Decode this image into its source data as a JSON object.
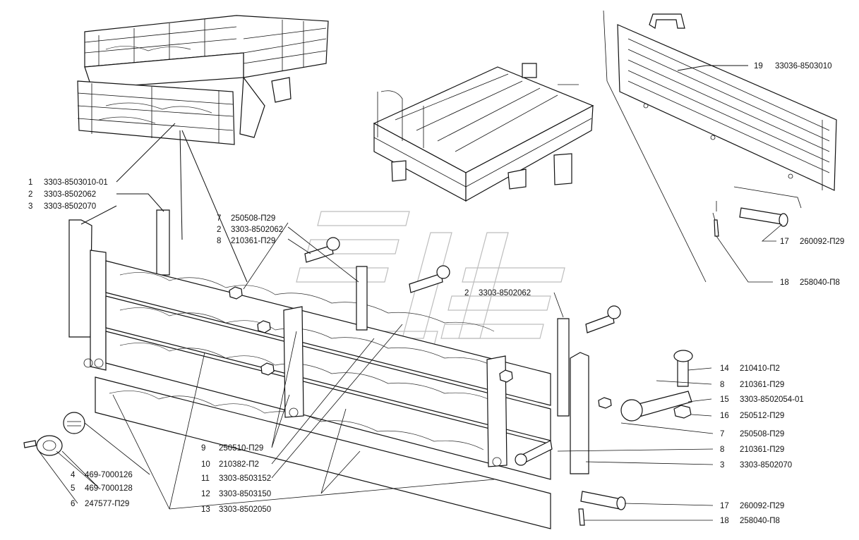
{
  "callouts": [
    {
      "num": "1",
      "code": "3303-8503010-01"
    },
    {
      "num": "2",
      "code": "3303-8502062"
    },
    {
      "num": "3",
      "code": "3303-8502070"
    },
    {
      "num": "7",
      "code": "250508-П29"
    },
    {
      "num": "2",
      "code": "3303-8502062"
    },
    {
      "num": "8",
      "code": "210361-П29"
    },
    {
      "num": "19",
      "code": "33036-8503010"
    },
    {
      "num": "17",
      "code": "260092-П29"
    },
    {
      "num": "18",
      "code": "258040-П8"
    },
    {
      "num": "2",
      "code": "3303-8502062"
    },
    {
      "num": "14",
      "code": "210410-П2"
    },
    {
      "num": "8",
      "code": "210361-П29"
    },
    {
      "num": "15",
      "code": "3303-8502054-01"
    },
    {
      "num": "16",
      "code": "250512-П29"
    },
    {
      "num": "7",
      "code": "250508-П29"
    },
    {
      "num": "8",
      "code": "210361-П29"
    },
    {
      "num": "3",
      "code": "3303-8502070"
    },
    {
      "num": "9",
      "code": "250510-П29"
    },
    {
      "num": "10",
      "code": "210382-П2"
    },
    {
      "num": "11",
      "code": "3303-8503152"
    },
    {
      "num": "12",
      "code": "3303-8503150"
    },
    {
      "num": "13",
      "code": "3303-8502050"
    },
    {
      "num": "4",
      "code": "469-7000126"
    },
    {
      "num": "5",
      "code": "469-7000128"
    },
    {
      "num": "6",
      "code": "247577-П29"
    },
    {
      "num": "17",
      "code": "260092-П29"
    },
    {
      "num": "18",
      "code": "258040-П8"
    }
  ]
}
